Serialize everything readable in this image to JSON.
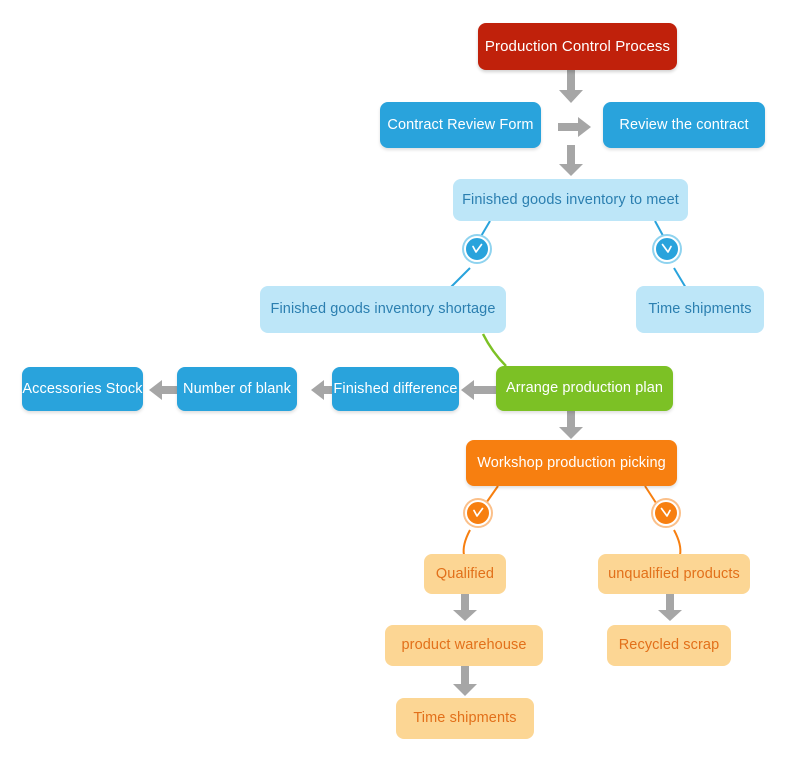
{
  "diagram": {
    "title": "Production Control Process",
    "type": "flowchart",
    "background": "#ffffff",
    "palette": {
      "red": "#c0210b",
      "blue": "#29a3dc",
      "light_blue": "#bde6f8",
      "light_blue_text": "#2b7fb0",
      "green": "#7cc125",
      "orange": "#f77f10",
      "light_orange": "#fcd694",
      "light_orange_text": "#e2701a",
      "arrow_gray": "#a6a6a6"
    },
    "nodes": [
      {
        "id": "root",
        "label": "Production Control Process",
        "style": "red"
      },
      {
        "id": "contract_form",
        "label": "Contract Review Form",
        "style": "blue"
      },
      {
        "id": "review_contract",
        "label": "Review the contract",
        "style": "blue"
      },
      {
        "id": "inventory_meet",
        "label": "Finished goods inventory to meet",
        "style": "light-blue"
      },
      {
        "id": "inventory_shortage",
        "label": "Finished goods inventory shortage",
        "style": "light-blue"
      },
      {
        "id": "time_shipments_top",
        "label": "Time shipments",
        "style": "light-blue"
      },
      {
        "id": "production_plan",
        "label": "Arrange production plan",
        "style": "green"
      },
      {
        "id": "finished_diff",
        "label": "Finished difference",
        "style": "blue"
      },
      {
        "id": "number_blank",
        "label": "Number of blank",
        "style": "blue"
      },
      {
        "id": "accessories_stock",
        "label": "Accessories Stock",
        "style": "blue"
      },
      {
        "id": "workshop_picking",
        "label": "Workshop production picking",
        "style": "orange"
      },
      {
        "id": "qualified",
        "label": "Qualified",
        "style": "light-orange"
      },
      {
        "id": "unqualified",
        "label": "unqualified products",
        "style": "light-orange"
      },
      {
        "id": "product_warehouse",
        "label": "product warehouse",
        "style": "light-orange"
      },
      {
        "id": "recycled_scrap",
        "label": "Recycled scrap",
        "style": "light-orange"
      },
      {
        "id": "time_shipments_bot",
        "label": "Time shipments",
        "style": "light-orange"
      }
    ],
    "badges": [
      {
        "id": "badge-blue-left",
        "icon": "check-mark-icon",
        "color": "#29a3dc"
      },
      {
        "id": "badge-blue-right",
        "icon": "check-mark-mirrored-icon",
        "color": "#29a3dc"
      },
      {
        "id": "badge-orange-left",
        "icon": "check-mark-icon",
        "color": "#f77f10"
      },
      {
        "id": "badge-orange-right",
        "icon": "check-mark-mirrored-icon",
        "color": "#f77f10"
      }
    ]
  }
}
